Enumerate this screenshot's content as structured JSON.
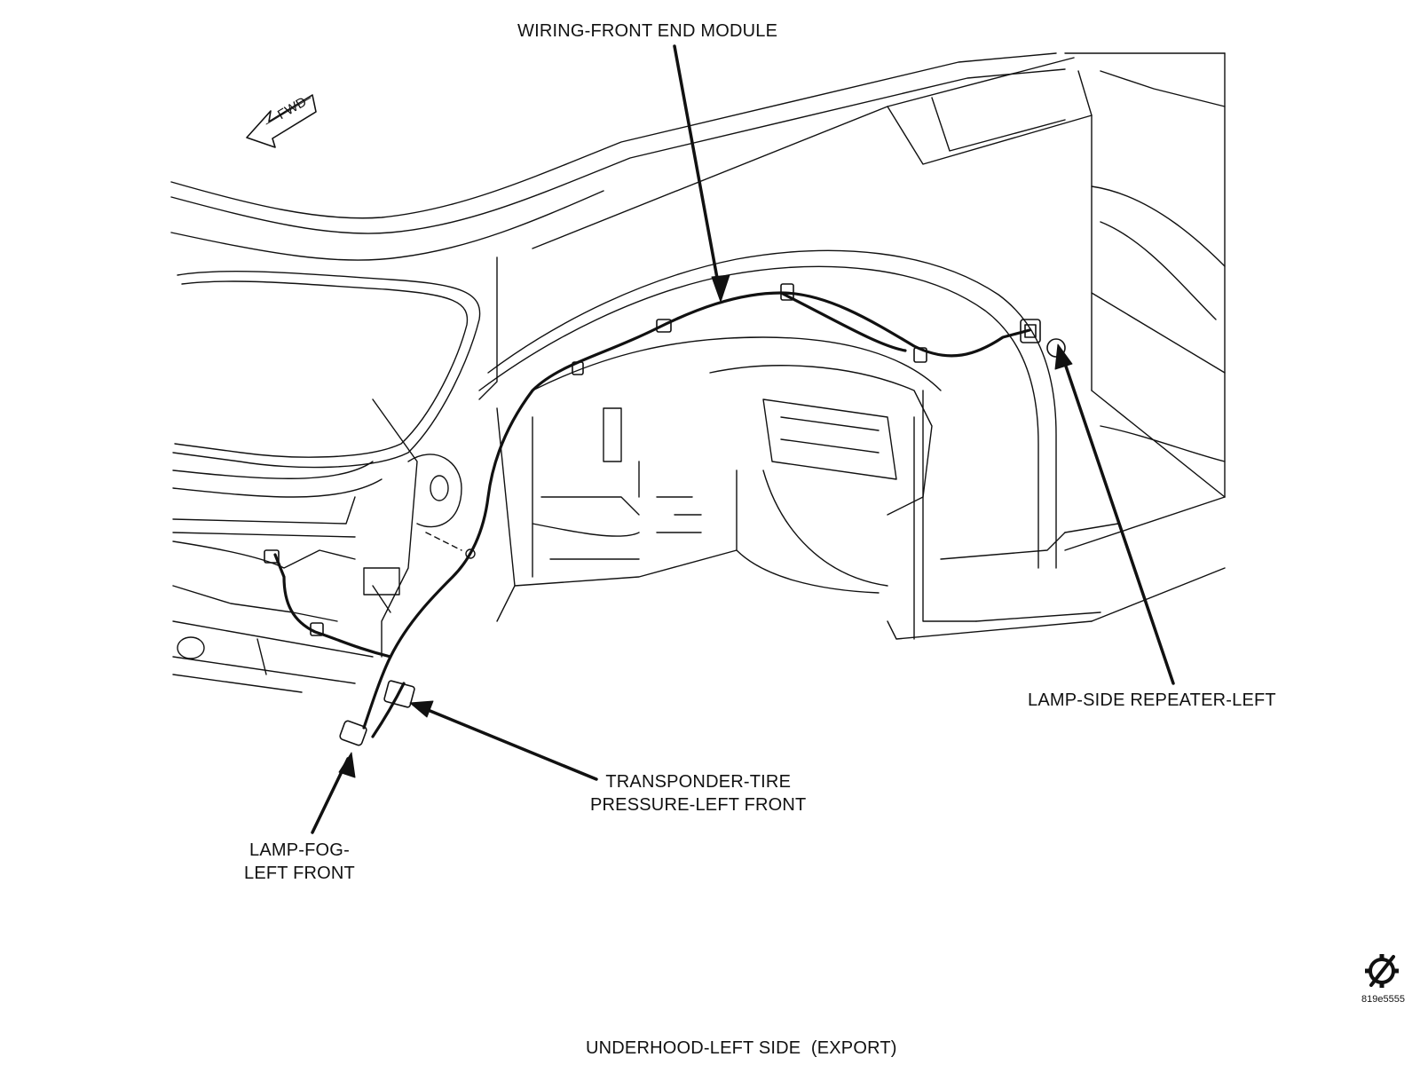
{
  "callouts": {
    "wiring_front_end_module": "WIRING-FRONT END MODULE",
    "lamp_side_repeater_left": "LAMP-SIDE REPEATER-LEFT",
    "transponder_line1": "TRANSPONDER-TIRE",
    "transponder_line2": "PRESSURE-LEFT FRONT",
    "lamp_fog_line1": "LAMP-FOG-",
    "lamp_fog_line2": "LEFT FRONT"
  },
  "direction_label": "FWD",
  "figure_caption": "UNDERHOOD-LEFT SIDE  (EXPORT)",
  "figure_id": "819e5555",
  "icons": [
    "forward-direction-arrow-icon",
    "gear-slash-icon"
  ],
  "colors": {
    "line": "#111111",
    "background": "#ffffff"
  }
}
